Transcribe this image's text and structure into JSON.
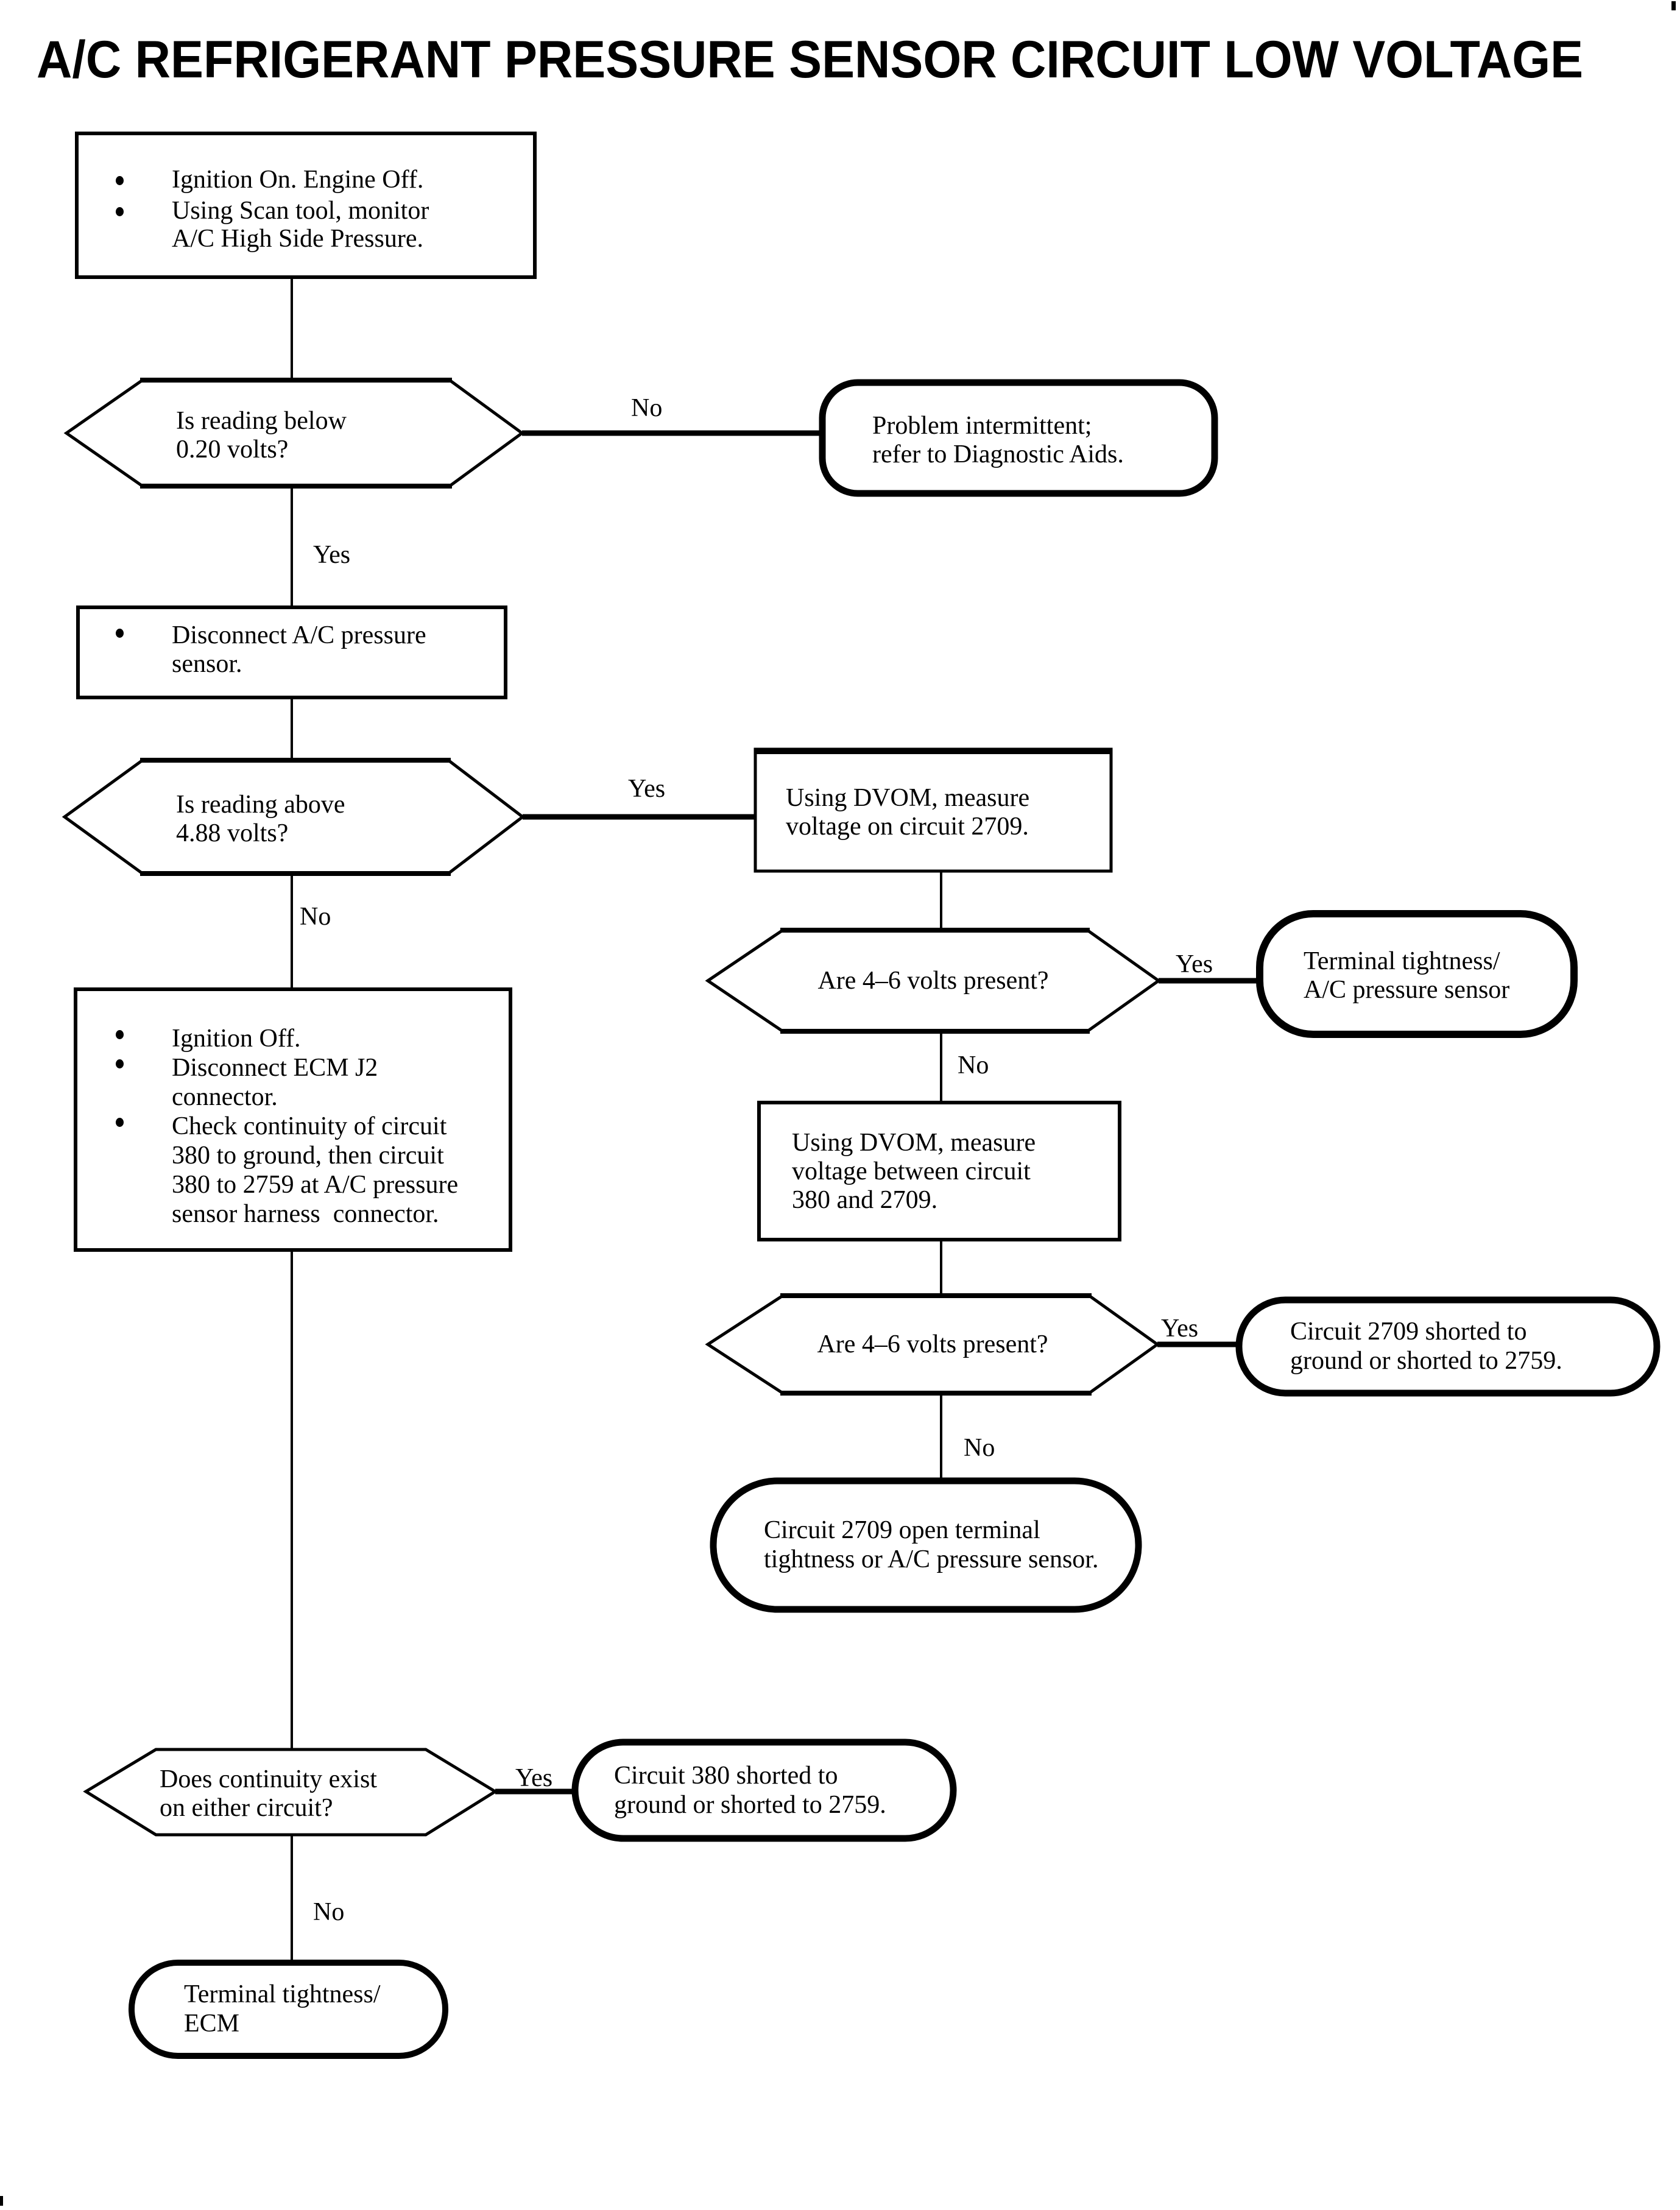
{
  "title": "A/C REFRIGERANT PRESSURE SENSOR CIRCUIT LOW VOLTAGE",
  "colors": {
    "ink": "#000000",
    "paper": "#ffffff"
  },
  "labels": {
    "yes": "Yes",
    "no": "No"
  },
  "nodes": {
    "start_step": {
      "shape": "process",
      "bullets": [
        [
          "Ignition On. Engine Off."
        ],
        [
          "Using Scan tool, monitor",
          "A/C High Side Pressure."
        ]
      ]
    },
    "decision_reading_below": {
      "shape": "decision",
      "lines": [
        "Is reading below",
        "0.20 volts?"
      ]
    },
    "terminal_intermittent": {
      "shape": "terminal",
      "lines": [
        "Problem intermittent;",
        "refer to Diagnostic Aids."
      ]
    },
    "step_disconnect_sensor": {
      "shape": "process",
      "bullets": [
        [
          "Disconnect A/C pressure",
          "sensor."
        ]
      ]
    },
    "decision_reading_above": {
      "shape": "decision",
      "lines": [
        "Is reading above",
        "4.88 volts?"
      ]
    },
    "step_measure_2709": {
      "shape": "process",
      "lines": [
        "Using DVOM, measure",
        "voltage on circuit 2709."
      ]
    },
    "decision_volts_1": {
      "shape": "decision",
      "lines": [
        "Are 4–6 volts present?"
      ]
    },
    "terminal_tightness_sensor": {
      "shape": "terminal",
      "lines": [
        "Terminal tightness/",
        "A/C pressure sensor"
      ]
    },
    "step_measure_380_2709": {
      "shape": "process",
      "lines": [
        "Using DVOM, measure",
        "voltage between circuit",
        "380 and 2709."
      ]
    },
    "decision_volts_2": {
      "shape": "decision",
      "lines": [
        "Are 4–6 volts present?"
      ]
    },
    "terminal_2709_shorted": {
      "shape": "terminal",
      "lines": [
        "Circuit 2709 shorted to",
        "ground or shorted to 2759."
      ]
    },
    "terminal_2709_open": {
      "shape": "terminal",
      "lines": [
        "Circuit 2709 open terminal",
        "tightness or A/C pressure sensor."
      ]
    },
    "step_check_continuity": {
      "shape": "process",
      "bullets": [
        [
          "Ignition Off."
        ],
        [
          "Disconnect ECM J2",
          "connector."
        ],
        [
          "Check continuity of circuit",
          "380 to ground, then circuit",
          "380 to 2759 at A/C pressure",
          "sensor harness  connector."
        ]
      ]
    },
    "decision_continuity": {
      "shape": "decision",
      "lines": [
        "Does continuity exist",
        "on either circuit?"
      ]
    },
    "terminal_380_shorted": {
      "shape": "terminal",
      "lines": [
        "Circuit 380 shorted to",
        "ground or shorted to 2759."
      ]
    },
    "terminal_tightness_ecm": {
      "shape": "terminal",
      "lines": [
        "Terminal tightness/",
        "ECM"
      ]
    }
  }
}
